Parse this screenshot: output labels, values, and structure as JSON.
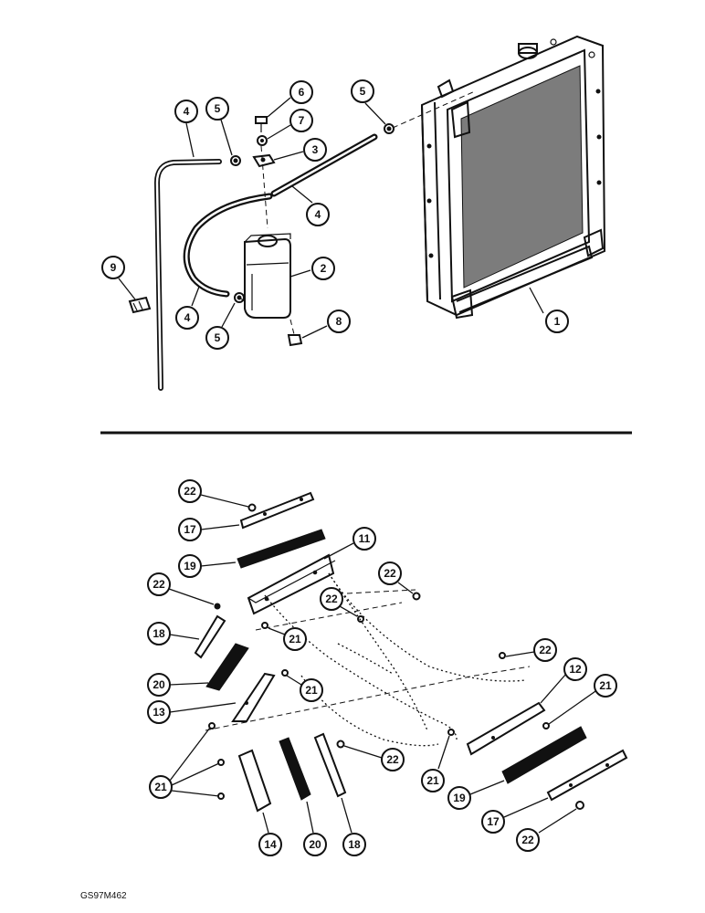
{
  "diagram": {
    "reference_code": "GS97M462",
    "callouts_top": [
      "1",
      "2",
      "3",
      "4",
      "4",
      "4",
      "5",
      "5",
      "5",
      "6",
      "7",
      "8",
      "9"
    ],
    "callouts_bottom": [
      "22",
      "17",
      "19",
      "11",
      "22",
      "22",
      "22",
      "18",
      "21",
      "22",
      "20",
      "13",
      "21",
      "12",
      "21",
      "21",
      "22",
      "21",
      "19",
      "17",
      "14",
      "20",
      "18",
      "22"
    ]
  }
}
